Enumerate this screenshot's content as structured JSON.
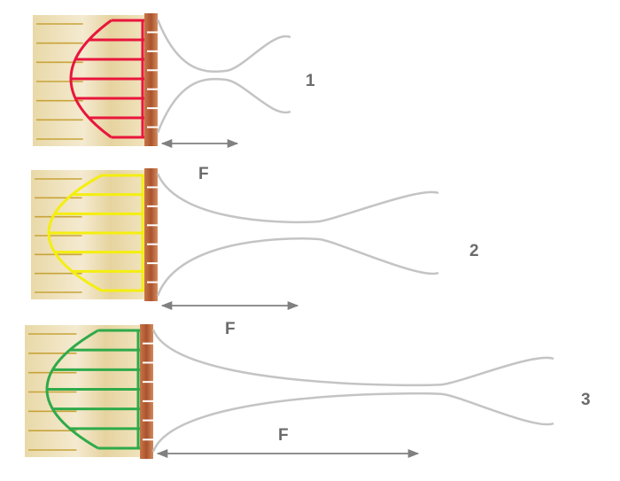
{
  "panels": [
    {
      "number": "1",
      "force_label": "F",
      "profile_color": "#e8163c"
    },
    {
      "number": "2",
      "force_label": "F",
      "profile_color": "#f4ee10"
    },
    {
      "number": "3",
      "force_label": "F",
      "profile_color": "#2faa4a"
    }
  ],
  "colors": {
    "block": "#ecdcae",
    "electrode": "#b5653a",
    "field_lines": "#c4c4c4",
    "arrow": "#808080",
    "gold_lines": "#c8a43a"
  }
}
